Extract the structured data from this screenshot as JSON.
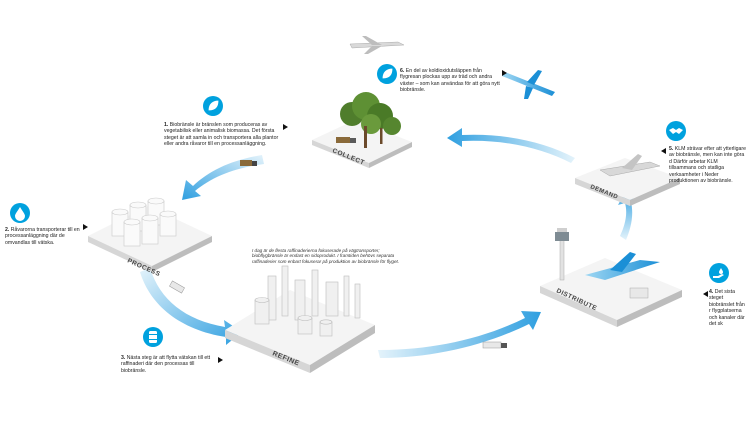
{
  "colors": {
    "accent": "#00a1de",
    "arrow_light": "#cfe9f8",
    "arrow_dark": "#2f9fe0",
    "platform": "#f2f2f2",
    "platform_side": "#cfcfcf"
  },
  "stages": {
    "collect": "COLLECT",
    "process": "PROCESS",
    "refine": "REFINE",
    "distribute": "DISTRIBUTE",
    "demand": "DEMAND"
  },
  "steps": [
    {
      "number": "1.",
      "text": "Biobränsle är bränslen som produceras av vegetabilisk eller animalisk biomassa. Det första steget är att samla in och transportera alla plantor eller andra råvaror till en processanläggning.",
      "icon": "leaf-icon"
    },
    {
      "number": "2.",
      "text": "Råvarorna transporterar till en processanläggning där de omvandlas till vätska.",
      "icon": "droplet-icon"
    },
    {
      "number": "3.",
      "text": "Nästa steg är att flytta vätskan till ett raffinaderi där den processas till biobränsle.",
      "icon": "barrel-icon"
    },
    {
      "number": "4.",
      "text": "Det sista steget biobränslet från r flygplatserna och kanaler där det sk",
      "icon": "fuel-hand-icon"
    },
    {
      "number": "5.",
      "text": "KLM strävar efter att ytterligare av biobränsle, men kan inte göra d Därför arbetar KLM tillsammans och statliga verksamheter i Neder produktionen av biobränsle.",
      "icon": "handshake-icon"
    },
    {
      "number": "6.",
      "text": "En del av koldioxidutsläppen från flygresan plockas upp av träd och andra växter – som kan användas för att göra nytt biobränsle.",
      "icon": "leaf-icon"
    }
  ],
  "refine_note": "I dag är de flesta raffinaderierna fokuserade på vägtransporter; biobflygbränsle är endast en sidoprodukt. I framtiden behövs separata raffinaderier som enbart fokuserar på produktion av biobränsle för flyget."
}
